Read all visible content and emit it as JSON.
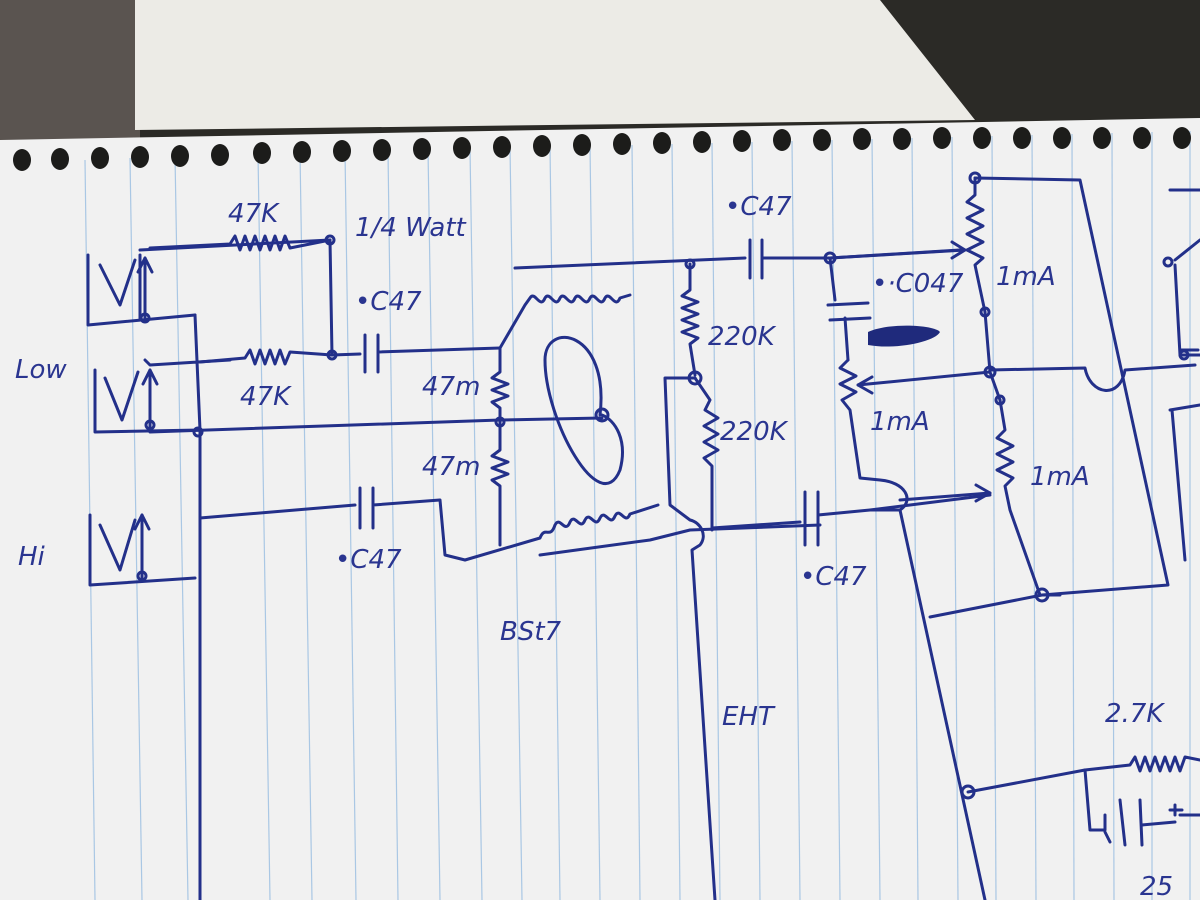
{
  "photo": {
    "colors": {
      "ink": "#23308a",
      "paper": "#f1f1f1",
      "rule_line": "#a9c7e4",
      "table": "#2b2a26"
    }
  },
  "schematic": {
    "labels": {
      "r_top": "47K",
      "wattage": "1/4 Watt",
      "cap_upper": "•C47",
      "r_mid": "47K",
      "cap_mid": "•C47",
      "low": "Low",
      "r_47m_a": "47m",
      "r_47m_b": "47m",
      "hi": "Hi",
      "cap_lower": "•C47",
      "tube": "BSt7",
      "r_220k_a": "220K",
      "r_220k_b": "220K",
      "cap_right_bottom": "•C47",
      "cap_0047": "•·C047",
      "pot_1ma_a": "1mA",
      "pot_1ma_b": "1mA",
      "pot_1ma_c": "1mA",
      "eht": "EHT",
      "r_27k": "2.7K",
      "cap_25": "25"
    }
  }
}
